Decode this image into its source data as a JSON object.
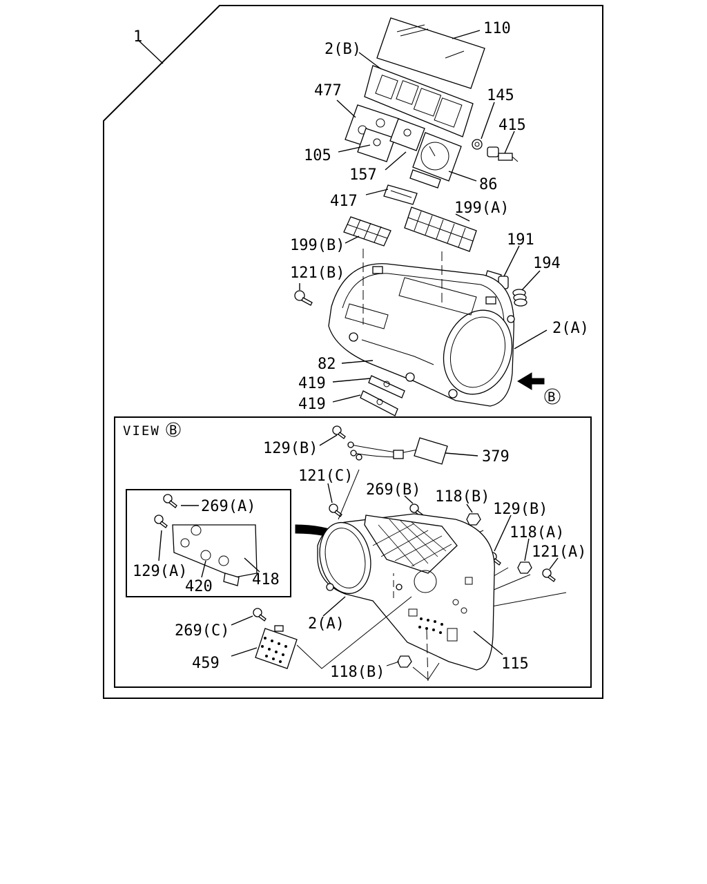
{
  "diagram": {
    "assembly_label": "1",
    "view_title": "VIEW",
    "view_marker": "B",
    "arrow_marker": "B",
    "callouts": {
      "c110": "110",
      "c2b": "2(B)",
      "c477": "477",
      "c145": "145",
      "c415": "415",
      "c105": "105",
      "c157": "157",
      "c86": "86",
      "c417": "417",
      "c199a": "199(A)",
      "c199b": "199(B)",
      "c191": "191",
      "c194": "194",
      "c121b": "121(B)",
      "c2a_top": "2(A)",
      "c82": "82",
      "c419a": "419",
      "c419b": "419",
      "c129b_1": "129(B)",
      "c379": "379",
      "c121c": "121(C)",
      "c269b": "269(B)",
      "c118b_1": "118(B)",
      "c129b_2": "129(B)",
      "c118a": "118(A)",
      "c121a": "121(A)",
      "c269a": "269(A)",
      "c129a": "129(A)",
      "c420": "420",
      "c418": "418",
      "c2a_view": "2(A)",
      "c269c": "269(C)",
      "c459": "459",
      "c118b_2": "118(B)",
      "c115": "115"
    }
  }
}
